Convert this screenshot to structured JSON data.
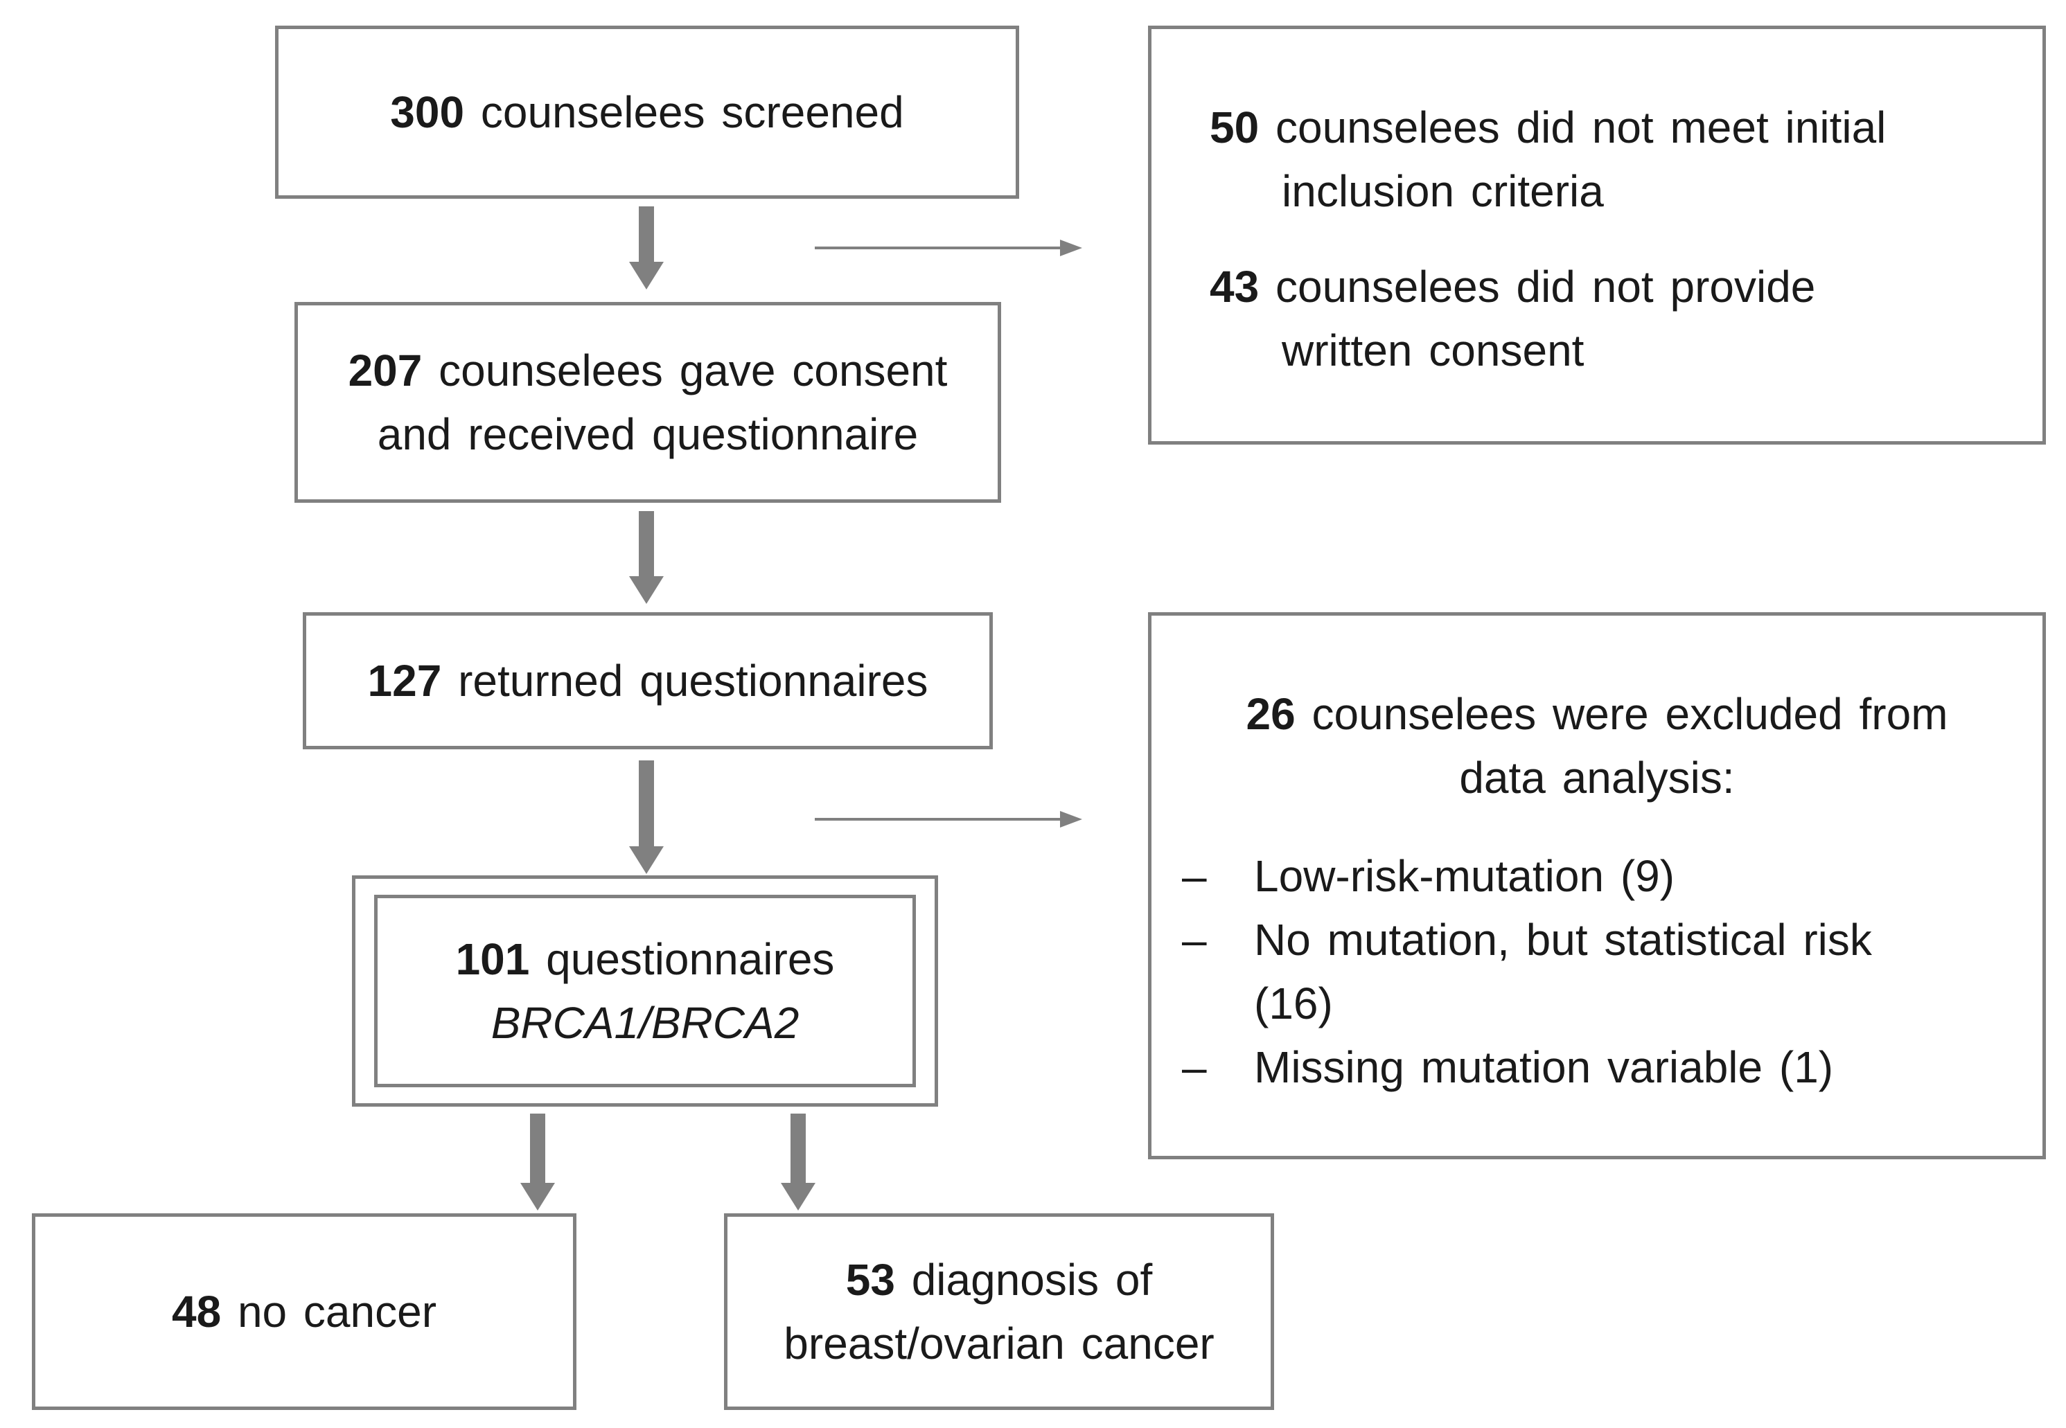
{
  "boxes": {
    "screened": {
      "number": "300",
      "text": "counselees screened"
    },
    "consent": {
      "number": "207",
      "line1_rest": "counselees gave consent",
      "line2": "and received questionnaire"
    },
    "returned": {
      "number": "127",
      "text": "returned questionnaires"
    },
    "brca": {
      "number": "101",
      "line1_rest": "questionnaires",
      "line2": "BRCA1/BRCA2"
    },
    "no_cancer": {
      "number": "48",
      "text": "no cancer"
    },
    "cancer": {
      "number": "53",
      "line1_rest": "diagnosis of",
      "line2": "breast/ovarian cancer"
    }
  },
  "exclusion_top": {
    "item1": {
      "number": "50",
      "line1_rest": "counselees did not meet initial",
      "line2": "inclusion criteria"
    },
    "item2": {
      "number": "43",
      "line1_rest": "counselees did not provide",
      "line2": "written consent"
    }
  },
  "exclusion_bottom": {
    "number": "26",
    "line1_rest": "counselees were excluded from",
    "line2": "data analysis:",
    "dash": "–",
    "items": [
      {
        "line1": "Low-risk-mutation (9)"
      },
      {
        "line1": "No mutation, but statistical risk",
        "line2": "(16)"
      },
      {
        "line1": "Missing mutation variable (1)"
      }
    ]
  }
}
